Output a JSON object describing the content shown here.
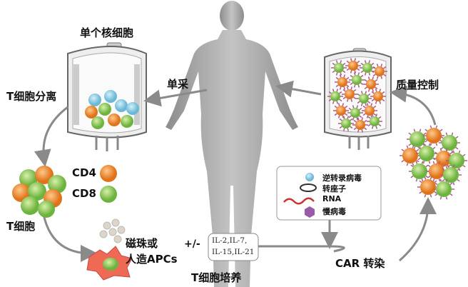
{
  "labels": {
    "mononuclear_cells": "单个核细胞",
    "apheresis": "单采",
    "t_cell_isolation": "T细胞分离",
    "cd4": "CD4",
    "cd8": "CD8",
    "t_cells": "T细胞",
    "beads_line1": "磁珠或",
    "beads_line2": "人造APCs",
    "plus_minus": "+/-",
    "cytokines_line1": "IL-2,IL-7,",
    "cytokines_line2": "IL-15,IL-21",
    "t_cell_culture": "T细胞培养",
    "car_transduction": "CAR 转染",
    "quality_control": "质量控制"
  },
  "legend": [
    {
      "label": "逆转录病毒",
      "icon": "retrovirus-icon"
    },
    {
      "label": "转座子",
      "icon": "transposon-icon"
    },
    {
      "label": "RNA",
      "icon": "rna-icon"
    },
    {
      "label": "慢病毒",
      "icon": "lentivirus-icon"
    }
  ],
  "colors": {
    "orange": "#f08a2c",
    "green": "#8cc84b",
    "blue": "#7ec8e0",
    "arrow": "#8a8a8a",
    "body": "#a8a8a8"
  }
}
